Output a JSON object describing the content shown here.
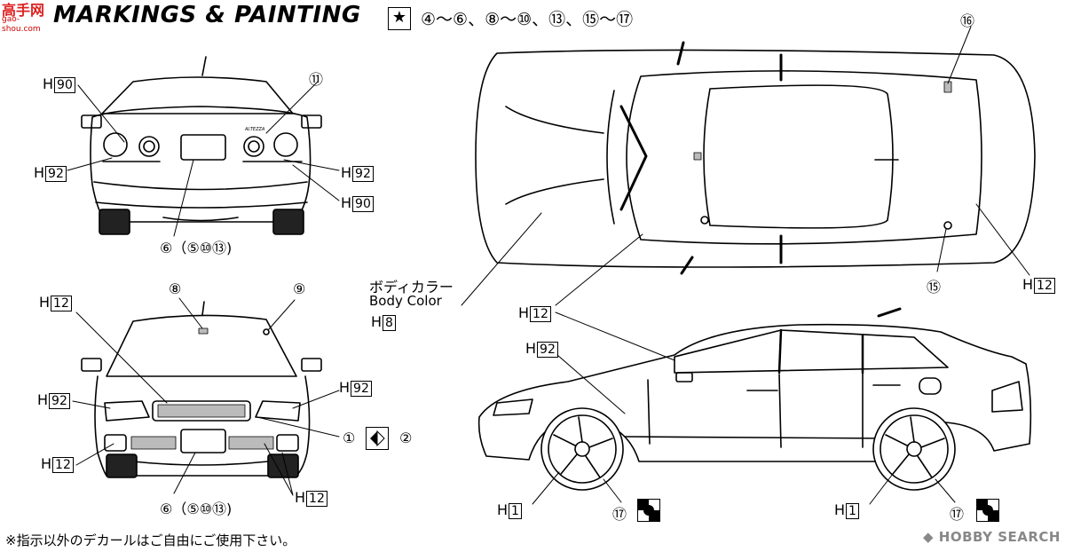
{
  "header": {
    "logo_main": "高手网",
    "logo_sub": "gao-shou.com",
    "title": "MARKINGS & PAINTING",
    "star_icon": "★",
    "decal_list": "④〜⑥、⑧〜⑩、⑬、⑮〜⑰"
  },
  "rear_view": {
    "h90_top": {
      "h": "H",
      "num": "90"
    },
    "callout_11": "⑪",
    "h92_left": {
      "h": "H",
      "num": "92"
    },
    "h92_right": {
      "h": "H",
      "num": "92"
    },
    "h90_right": {
      "h": "H",
      "num": "90"
    },
    "decals": "⑥（⑤⑩⑬)",
    "badge": "ALTEZZA"
  },
  "front_view": {
    "callout_8": "⑧",
    "callout_9": "⑨",
    "h12_top": {
      "h": "H",
      "num": "12"
    },
    "h92_left": {
      "h": "H",
      "num": "92"
    },
    "h92_right": {
      "h": "H",
      "num": "92"
    },
    "callout_1": "①",
    "callout_2": "②",
    "h12_left": {
      "h": "H",
      "num": "12"
    },
    "h12_right": {
      "h": "H",
      "num": "12"
    },
    "decals": "⑥（⑤⑩⑬)"
  },
  "top_view": {
    "callout_16": "⑯",
    "callout_15": "⑮",
    "h12_right": {
      "h": "H",
      "num": "12"
    },
    "h12_mid": {
      "h": "H",
      "num": "12"
    },
    "body_color_jp": "ボディカラー",
    "body_color_en": "Body Color",
    "h8": {
      "h": "H",
      "num": "8"
    }
  },
  "side_view": {
    "h92": {
      "h": "H",
      "num": "92"
    },
    "h1_front": {
      "h": "H",
      "num": "1"
    },
    "h1_rear": {
      "h": "H",
      "num": "1"
    },
    "callout_17_front": "⑰",
    "callout_17_rear": "⑰"
  },
  "footer": {
    "note": "※指示以外のデカールはご自由にご使用下さい。",
    "watermark": "HOBBY SEARCH",
    "watermark_icon": "hobby-search-logo-icon"
  }
}
